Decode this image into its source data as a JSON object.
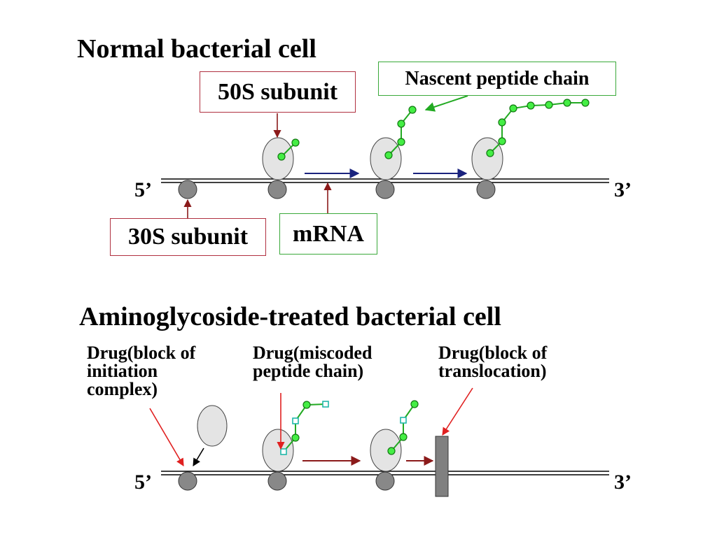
{
  "top_diagram": {
    "title": "Normal bacterial cell",
    "label_50s": "50S subunit",
    "label_nascent": "Nascent peptide chain",
    "label_30s": "30S subunit",
    "label_mrna": "mRNA",
    "five_prime": "5’",
    "three_prime": "3’"
  },
  "bottom_diagram": {
    "title": "Aminoglycoside-treated bacterial cell",
    "drug_initiation": [
      "Drug(block of",
      "initiation",
      "complex)"
    ],
    "drug_miscoded": [
      "Drug(miscoded",
      "peptide chain)"
    ],
    "drug_translocation": [
      "Drug(block of",
      "translocation)"
    ],
    "five_prime": "5’",
    "three_prime": "3’"
  },
  "colors": {
    "label_box_border_red": "#b03040",
    "label_box_border_green": "#3aa93a",
    "peptide_green": "#22aa22",
    "bead_fill": "#44ee44",
    "miscoded_square": "#1fb8a8",
    "subunit_50s_fill": "#e4e4e4",
    "subunit_30s_fill": "#888888",
    "arrow_blue": "#1a237e",
    "arrow_darkred": "#8b1a1a",
    "arrow_red": "#e02020",
    "drug_block": "#808080"
  }
}
